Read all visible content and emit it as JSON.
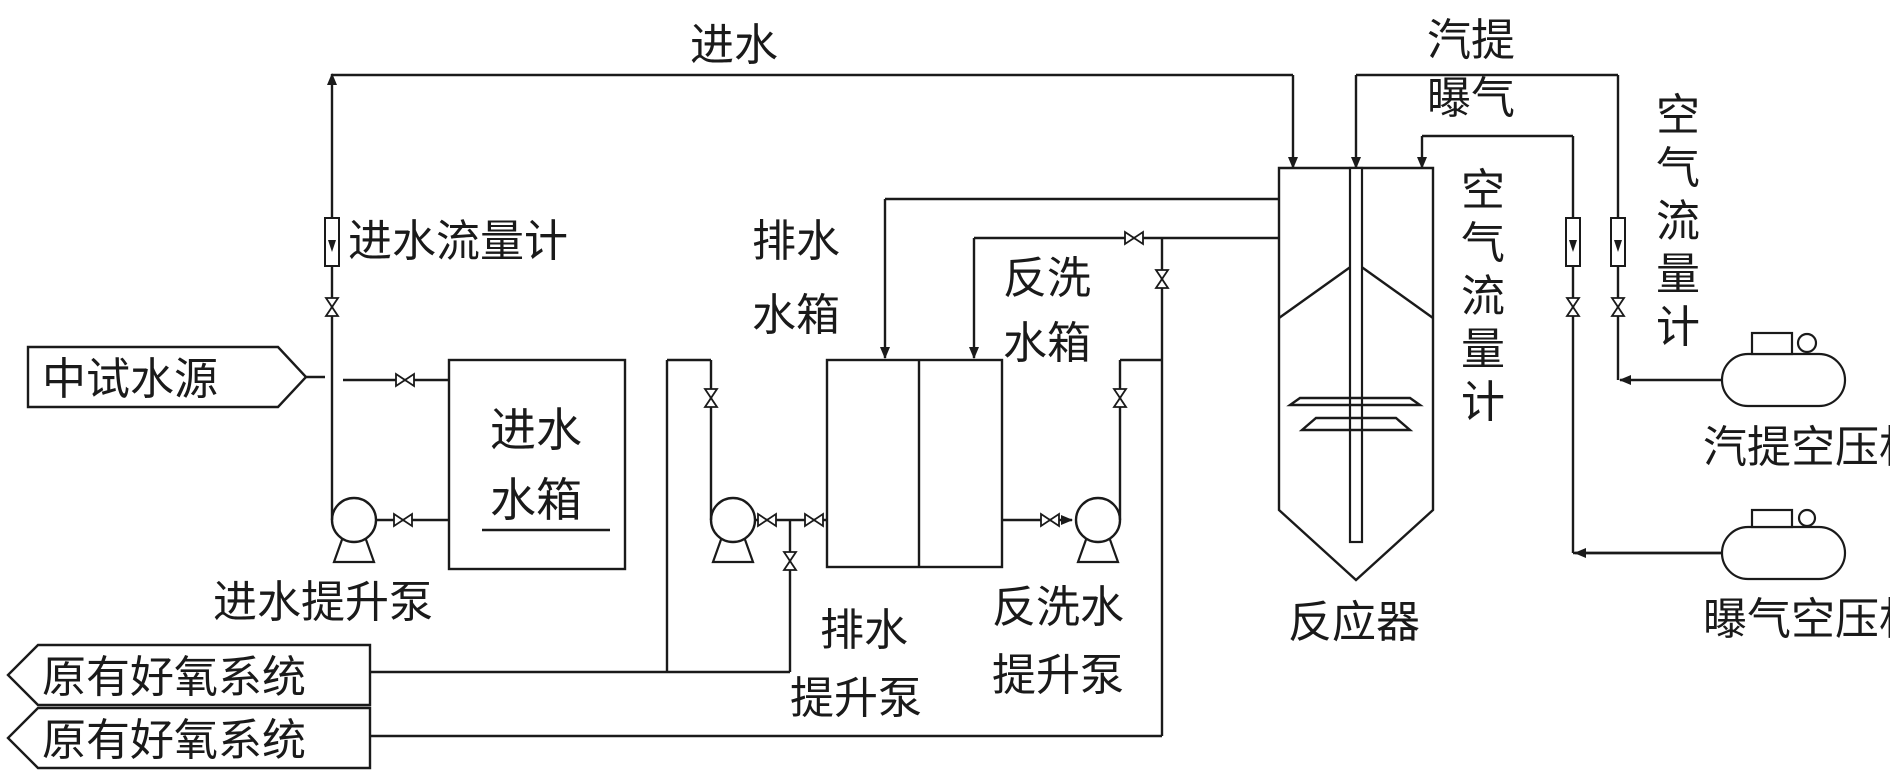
{
  "labels": {
    "source": "中试水源",
    "influent_tank_line1": "进水",
    "influent_tank_line2": "水箱",
    "influent_pump": "进水提升泵",
    "influent_flowmeter": "进水流量计",
    "influent_line": "进水",
    "drain_tank_line1": "排水",
    "drain_tank_line2": "水箱",
    "backwash_tank_line1": "反洗",
    "backwash_tank_line2": "水箱",
    "drain_pump_line1": "排水",
    "drain_pump_line2": "提升泵",
    "backwash_pump_line1": "反洗水",
    "backwash_pump_line2": "提升泵",
    "reactor": "反应器",
    "stripping_line1": "汽提",
    "stripping_line2": "曝气",
    "air_flowmeter_left": [
      "空",
      "气",
      "流",
      "量",
      "计"
    ],
    "air_flowmeter_right": [
      "空",
      "气",
      "流",
      "量",
      "计"
    ],
    "stripping_compressor": "汽提空压机",
    "aeration_compressor": "曝气空压机",
    "outlet_system_1": "原有好氧系统",
    "outlet_system_2": "原有好氧系统"
  }
}
